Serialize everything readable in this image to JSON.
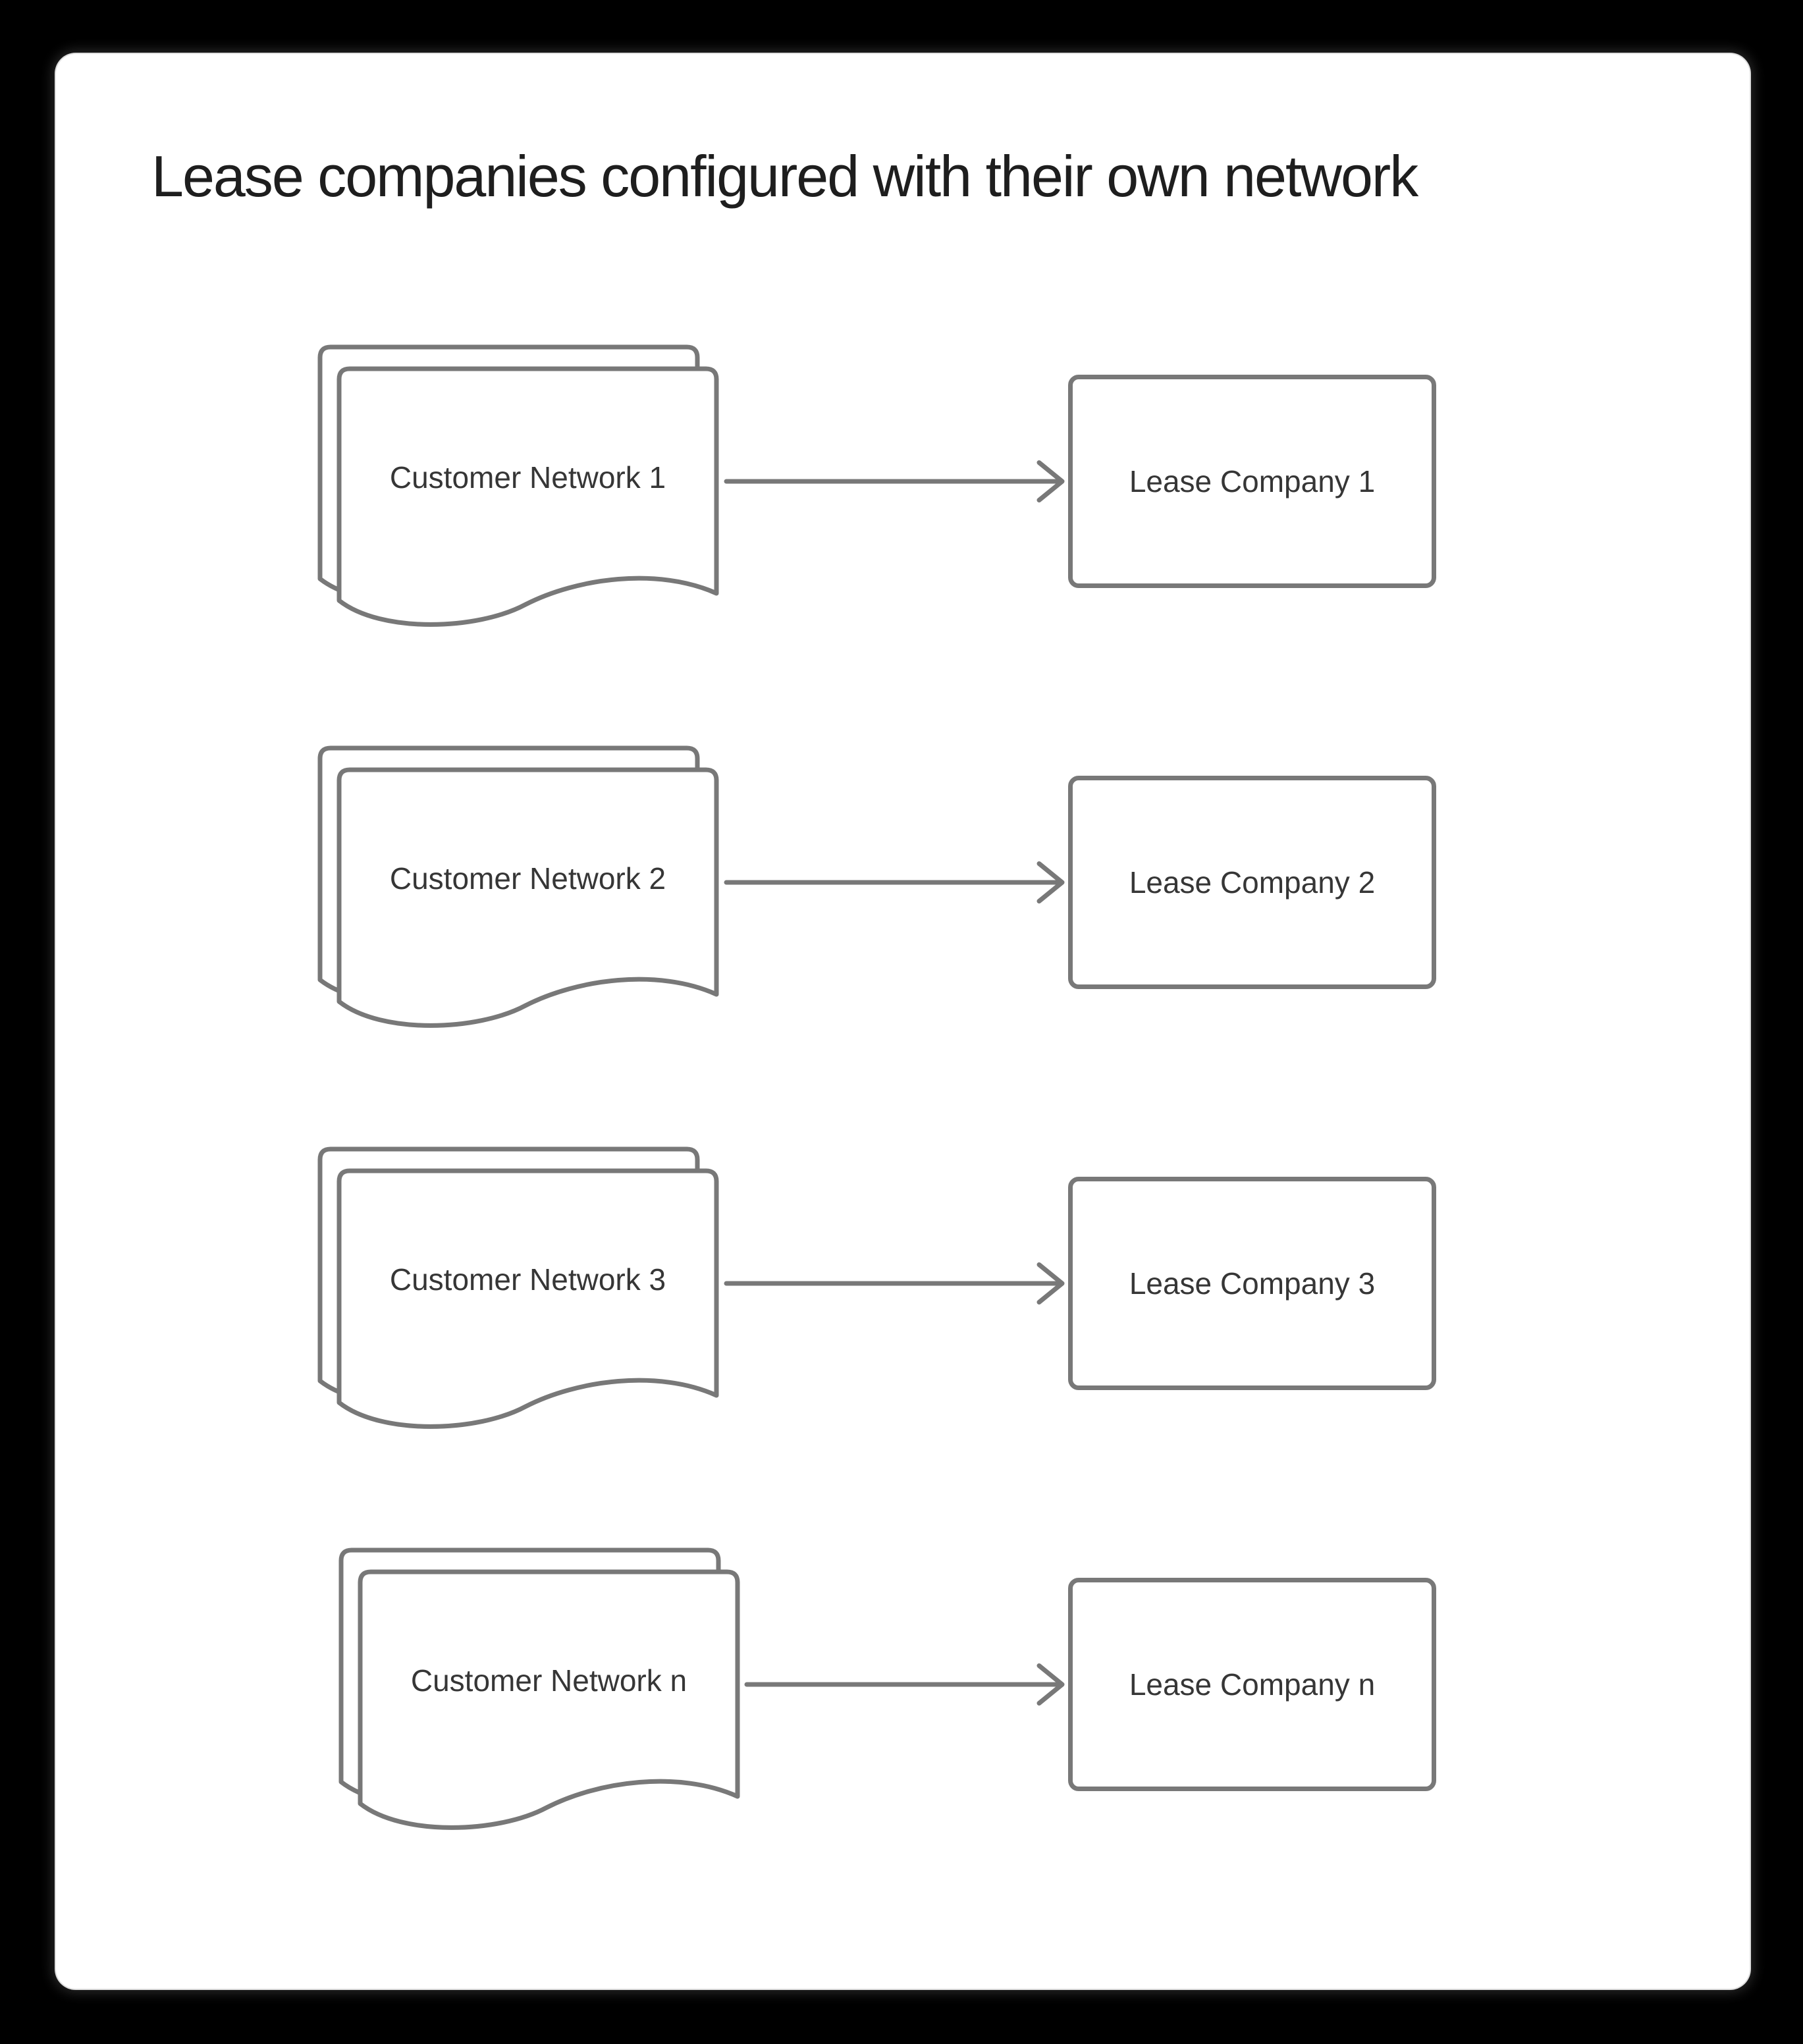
{
  "title": "Lease companies configured with their own network",
  "rows": [
    {
      "source": "Customer Network 1",
      "target": "Lease Company 1"
    },
    {
      "source": "Customer Network 2",
      "target": "Lease Company 2"
    },
    {
      "source": "Customer Network 3",
      "target": "Lease Company 3"
    },
    {
      "source": "Customer Network n",
      "target": "Lease Company n"
    }
  ],
  "shapes": {
    "source_shape": "stacked-documents",
    "target_shape": "rounded-rectangle",
    "connector": "right-arrow"
  },
  "colors": {
    "page_background": "#000000",
    "canvas_background": "#ffffff",
    "shape_stroke": "#787878",
    "label_text": "#363636",
    "title_text": "#1e1e1e"
  }
}
